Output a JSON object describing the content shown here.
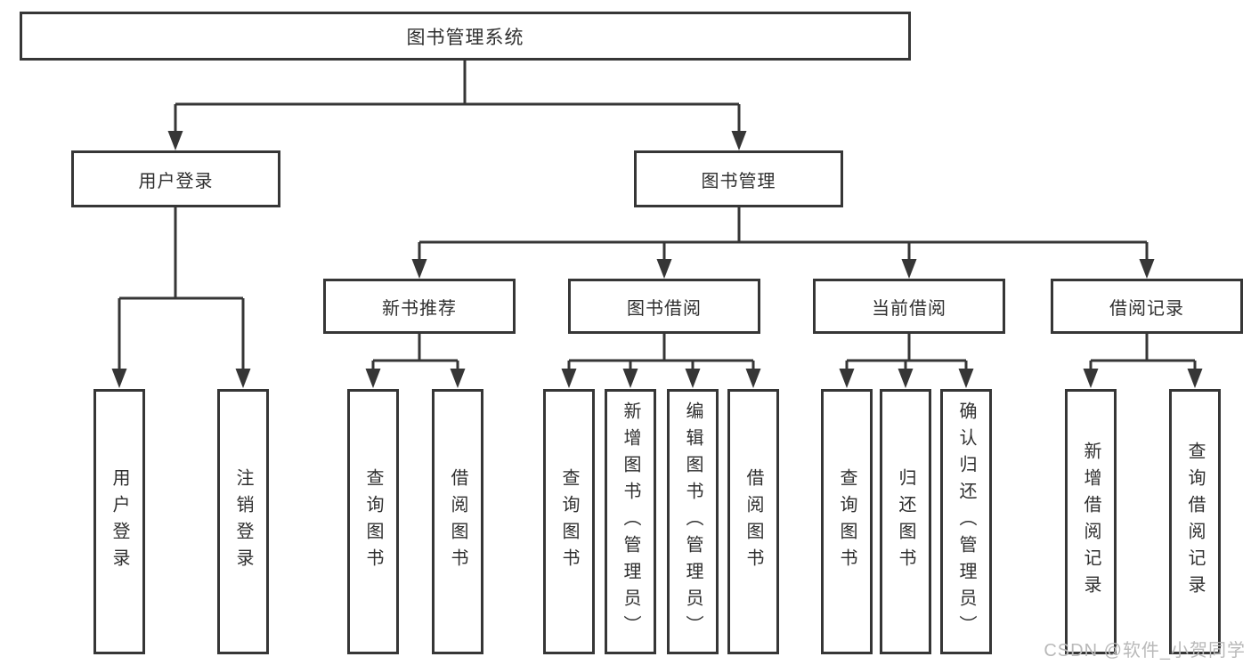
{
  "tree": {
    "root": "图书管理系统",
    "branches": [
      {
        "label": "用户登录",
        "children": [
          "用户登录",
          "注销登录"
        ]
      },
      {
        "label": "图书管理",
        "children": [
          {
            "label": "新书推荐",
            "children": [
              "查询图书",
              "借阅图书"
            ]
          },
          {
            "label": "图书借阅",
            "children": [
              "查询图书",
              "新增图书（管理员）",
              "编辑图书（管理员）",
              "借阅图书"
            ]
          },
          {
            "label": "当前借阅",
            "children": [
              "查询图书",
              "归还图书",
              "确认归还（管理员）"
            ]
          },
          {
            "label": "借阅记录",
            "children": [
              "新增借阅记录",
              "查询借阅记录"
            ]
          }
        ]
      }
    ]
  },
  "watermark": {
    "text": "CSDN @软件_小贺同学"
  },
  "colors": {
    "line": "#363636",
    "text": "#2f2f2f",
    "watermark": "#b9b9b9",
    "background": "#ffffff"
  }
}
